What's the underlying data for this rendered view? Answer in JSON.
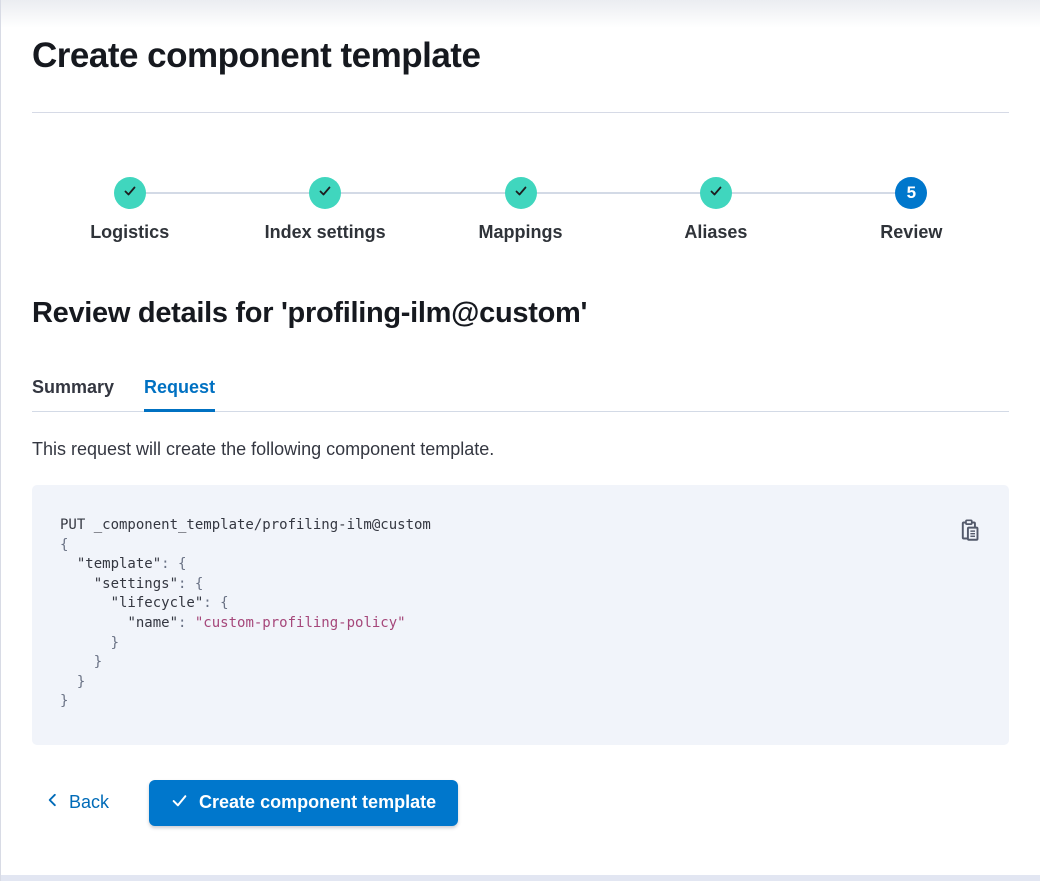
{
  "page": {
    "title": "Create component template"
  },
  "stepper": {
    "steps": [
      {
        "label": "Logistics",
        "status": "complete",
        "icon": "check-icon"
      },
      {
        "label": "Index settings",
        "status": "complete",
        "icon": "check-icon"
      },
      {
        "label": "Mappings",
        "status": "complete",
        "icon": "check-icon"
      },
      {
        "label": "Aliases",
        "status": "complete",
        "icon": "check-icon"
      },
      {
        "label": "Review",
        "status": "current",
        "number": "5"
      }
    ]
  },
  "review": {
    "heading": "Review details for 'profiling-ilm@custom'",
    "tabs": [
      {
        "label": "Summary",
        "active": false
      },
      {
        "label": "Request",
        "active": true
      }
    ],
    "description": "This request will create the following component template."
  },
  "code": {
    "copy_icon": "copy-clipboard-icon",
    "lines": [
      [
        {
          "t": "plain",
          "v": "PUT _component_template/profiling-ilm@custom"
        }
      ],
      [
        {
          "t": "punc",
          "v": "{"
        }
      ],
      [
        {
          "t": "plain",
          "v": "  "
        },
        {
          "t": "key",
          "v": "\"template\""
        },
        {
          "t": "punc",
          "v": ": {"
        }
      ],
      [
        {
          "t": "plain",
          "v": "    "
        },
        {
          "t": "key",
          "v": "\"settings\""
        },
        {
          "t": "punc",
          "v": ": {"
        }
      ],
      [
        {
          "t": "plain",
          "v": "      "
        },
        {
          "t": "key",
          "v": "\"lifecycle\""
        },
        {
          "t": "punc",
          "v": ": {"
        }
      ],
      [
        {
          "t": "plain",
          "v": "        "
        },
        {
          "t": "key",
          "v": "\"name\""
        },
        {
          "t": "punc",
          "v": ": "
        },
        {
          "t": "string",
          "v": "\"custom-profiling-policy\""
        }
      ],
      [
        {
          "t": "punc",
          "v": "      }"
        }
      ],
      [
        {
          "t": "punc",
          "v": "    }"
        }
      ],
      [
        {
          "t": "punc",
          "v": "  }"
        }
      ],
      [
        {
          "t": "punc",
          "v": "}"
        }
      ]
    ]
  },
  "footer": {
    "back_label": "Back",
    "back_icon": "chevron-left-icon",
    "submit_label": "Create component template",
    "submit_icon": "check-icon"
  },
  "colors": {
    "primary_blue": "#0077cc",
    "link_blue": "#006bb8",
    "tab_active_blue": "#0071c2",
    "step_complete_teal": "#40d6be",
    "code_block_bg": "#f1f4fa",
    "code_string_rose": "#a5477a",
    "divider_gray": "#d3dae6"
  }
}
